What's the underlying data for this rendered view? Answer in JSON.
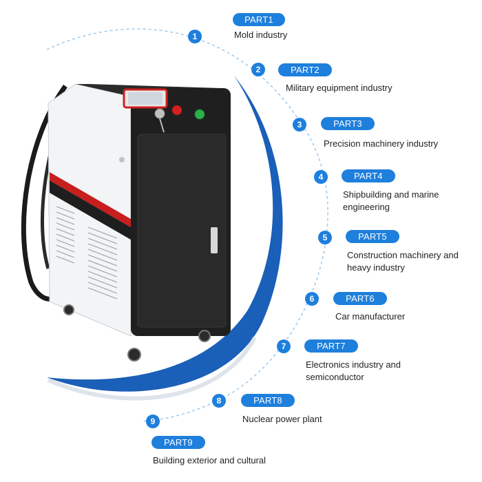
{
  "colors": {
    "accent": "#1e7fdc",
    "dashed_arc": "#9cc8ee",
    "swoosh": "#1a5fb8",
    "machine_body": "#1f1f1f",
    "machine_panel": "#f2f4f6",
    "stripe": "#c81e1e"
  },
  "items": [
    {
      "number": "1",
      "part": "PART1",
      "lines": [
        "Mold industry"
      ]
    },
    {
      "number": "2",
      "part": "PART2",
      "lines": [
        "Military equipment industry"
      ]
    },
    {
      "number": "3",
      "part": "PART3",
      "lines": [
        "Precision machinery industry"
      ]
    },
    {
      "number": "4",
      "part": "PART4",
      "lines": [
        "Shipbuilding and marine",
        "engineering"
      ]
    },
    {
      "number": "5",
      "part": "PART5",
      "lines": [
        "Construction machinery and",
        "heavy industry"
      ]
    },
    {
      "number": "6",
      "part": "PART6",
      "lines": [
        "Car manufacturer"
      ]
    },
    {
      "number": "7",
      "part": "PART7",
      "lines": [
        "Electronics industry and",
        "semiconductor"
      ]
    },
    {
      "number": "8",
      "part": "PART8",
      "lines": [
        "Nuclear power plant"
      ]
    },
    {
      "number": "9",
      "part": "PART9",
      "lines": [
        "Building exterior and cultural"
      ]
    }
  ]
}
